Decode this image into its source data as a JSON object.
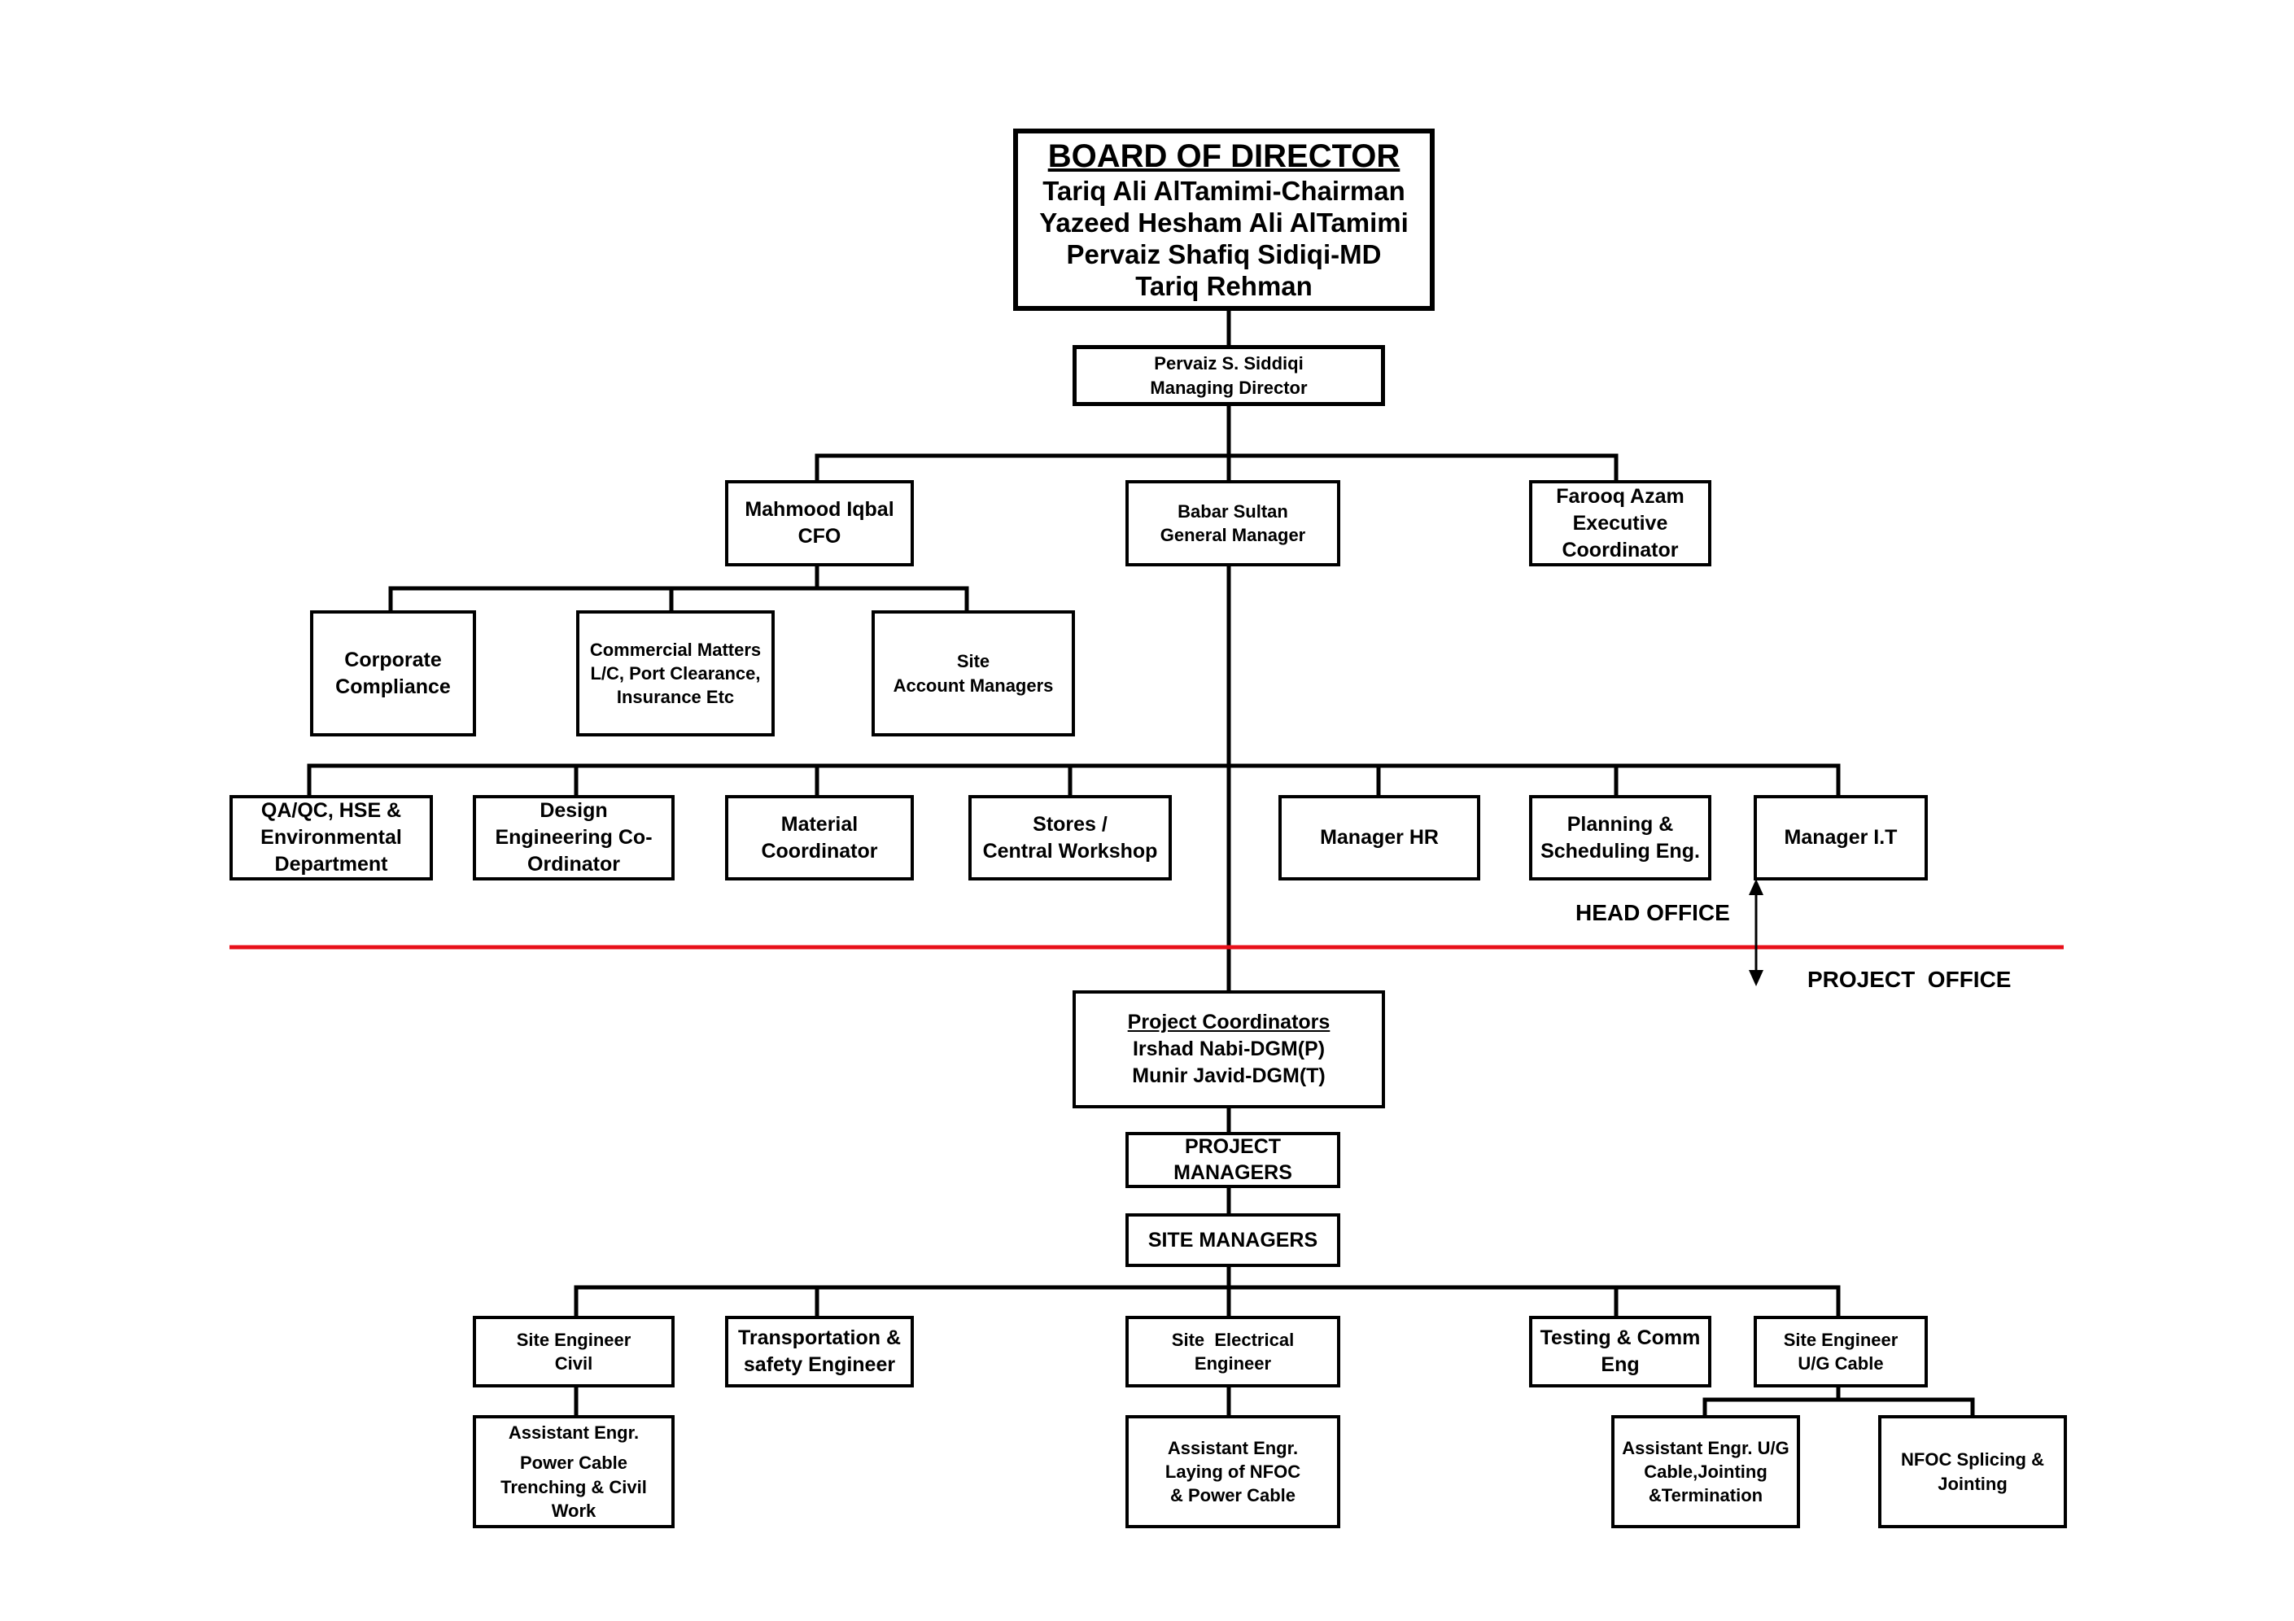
{
  "board": {
    "title": "BOARD OF DIRECTOR",
    "members": [
      "Tariq Ali AlTamimi-Chairman",
      "Yazeed Hesham Ali AlTamimi",
      "Pervaiz Shafiq Sidiqi-MD",
      "Tariq Rehman"
    ]
  },
  "md": [
    "Pervaiz S. Siddiqi",
    "Managing Director"
  ],
  "cfo": [
    "Mahmood Iqbal",
    "CFO"
  ],
  "gm": [
    "Babar Sultan",
    "General Manager"
  ],
  "exec_coord": [
    "Farooq Azam",
    "Executive",
    "Coordinator"
  ],
  "cfo_units": {
    "corporate": [
      "Corporate",
      "Compliance"
    ],
    "commercial": [
      "Commercial Matters",
      "L/C, Port Clearance,",
      "Insurance Etc"
    ],
    "site_account": [
      "Site",
      "Account Managers"
    ]
  },
  "departments": {
    "qaqc": [
      "QA/QC, HSE &",
      "Environmental",
      "Department"
    ],
    "design": [
      "Design",
      "Engineering Co-",
      "Ordinator"
    ],
    "material": [
      "Material",
      "Coordinator"
    ],
    "stores": [
      "Stores /",
      "Central Workshop"
    ],
    "hr": [
      "Manager HR"
    ],
    "planning": [
      "Planning &",
      "Scheduling Eng."
    ],
    "it": [
      "Manager I.T"
    ]
  },
  "divider": {
    "head_office": "HEAD OFFICE",
    "project_office": "PROJECT  OFFICE",
    "line_color": "#e8101a"
  },
  "project_coord": {
    "title": "Project Coordinators",
    "names": [
      "Irshad Nabi-DGM(P)",
      "Munir Javid-DGM(T)"
    ]
  },
  "project_managers": [
    "PROJECT",
    "MANAGERS"
  ],
  "site_managers": [
    "SITE MANAGERS"
  ],
  "site": {
    "civil": [
      "Site Engineer",
      "Civil"
    ],
    "transport": [
      "Transportation &",
      "safety Engineer"
    ],
    "electrical": [
      "Site  Electrical",
      "Engineer"
    ],
    "testing": [
      "Testing & Comm",
      "Eng"
    ],
    "ug_cable": [
      "Site Engineer",
      "U/G Cable"
    ],
    "asst_civil": [
      "Assistant Engr.",
      "Power Cable",
      "Trenching & Civil",
      "Work"
    ],
    "asst_elec": [
      "Assistant Engr.",
      "Laying of NFOC",
      "& Power Cable"
    ],
    "asst_ug": [
      "Assistant Engr. U/G",
      "Cable,Jointing",
      "&Termination"
    ],
    "nfoc": [
      "NFOC Splicing &",
      "Jointing"
    ]
  }
}
